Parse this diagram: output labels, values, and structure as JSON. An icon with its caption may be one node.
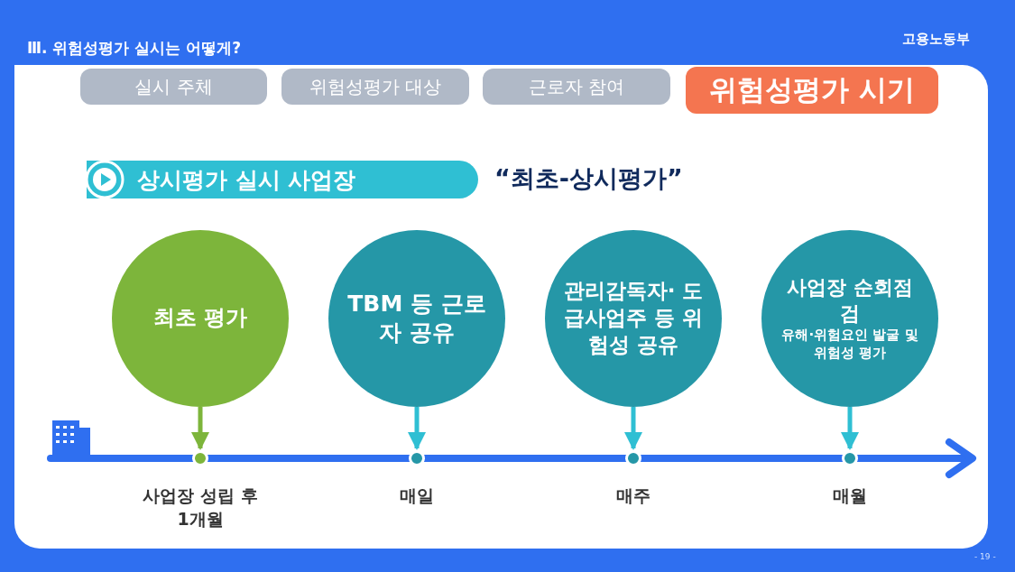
{
  "diagram": {
    "title": "Ⅲ. 위험성평가 실시는 어떻게?",
    "nodes": [
      {
        "text": [
          "실시 주체"
        ]
      },
      {
        "text": [
          "위험성평가 대상"
        ]
      },
      {
        "text": [
          "근로자 참여"
        ]
      },
      {
        "text": [
          "위험성평가 시기"
        ]
      },
      {
        "text": [
          "상시평가 실시 사업장"
        ]
      },
      {
        "text": [
          "최초 평가"
        ]
      },
      {
        "text": [
          "TBM 등 근로자 공유"
        ]
      },
      {
        "text": [
          "관리감독자· 도급사업주 등 위험성 공유"
        ]
      },
      {
        "text": [
          "사업장 순회점검",
          "유해·위험요인 발굴 및위험성 평가"
        ]
      },
      {
        "text": [],
        "shape": "circle",
        "beside": [
          "사업장 성립 후 1개월"
        ]
      },
      {
        "text": [],
        "shape": "circle",
        "beside": [
          "매일"
        ]
      },
      {
        "text": [],
        "shape": "circle",
        "beside": [
          "매주"
        ]
      },
      {
        "text": [],
        "shape": "circle",
        "beside": [
          "매월"
        ]
      }
    ],
    "edges": [
      {
        "from": 5,
        "to": 9,
        "arrow": "to",
        "color": "#7db53b"
      },
      {
        "from": 6,
        "to": 10,
        "arrow": "to"
      },
      {
        "from": 7,
        "to": 11,
        "arrow": "to"
      },
      {
        "from": 8,
        "to": 12,
        "arrow": "to"
      }
    ],
    "labels": [
      "고용노동부",
      "“최초-상시평가”",
      "- 19 -"
    ]
  }
}
